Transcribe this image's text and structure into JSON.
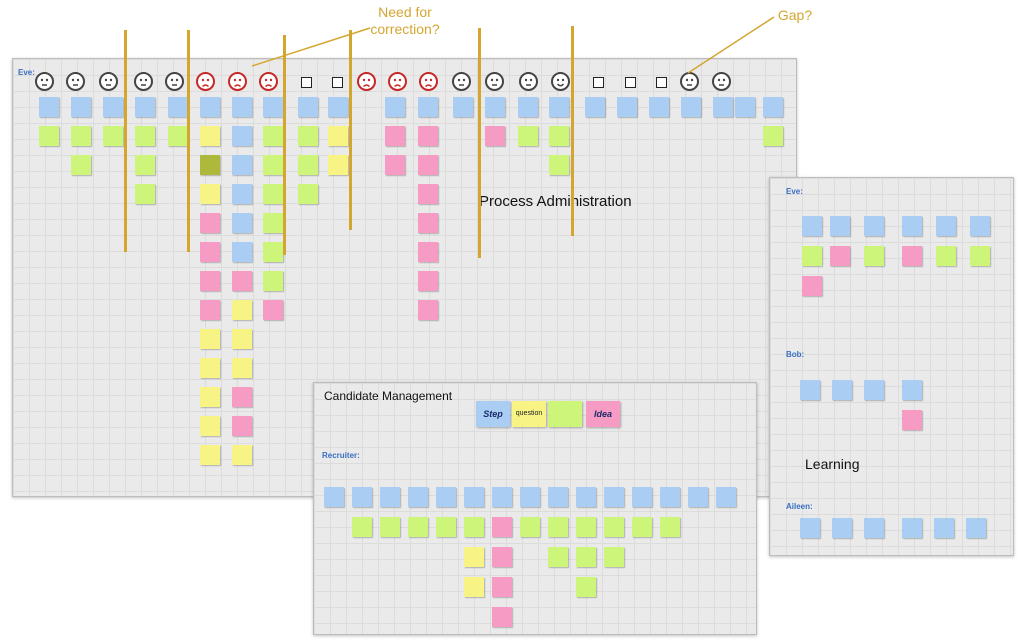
{
  "callouts": {
    "correction_line1": "Need for",
    "correction_line2": "correction?",
    "gap": "Gap?"
  },
  "main_board": {
    "lane_label": "Eve:",
    "title": "Process Administration"
  },
  "candidate_board": {
    "title": "Candidate Management",
    "lane_label": "Recruiter:",
    "legend": [
      {
        "label": "Step",
        "color": "#a9cdf3"
      },
      {
        "label": "question",
        "color": "#f7f384"
      },
      {
        "label": "",
        "color": "#cdf57a"
      },
      {
        "label": "Idea",
        "color": "#f59bc4"
      }
    ]
  },
  "learning_board": {
    "title": "Learning",
    "lanes": [
      "Eve:",
      "Bob:",
      "Aileen:"
    ]
  },
  "colors": {
    "accent": "#d4a630",
    "step": "#a9cdf3",
    "question": "#f7f384",
    "comment": "#cdf57a",
    "idea": "#f59bc4",
    "lane_label": "#3a6fc4",
    "sad_face": "#c62828"
  },
  "faces": [
    "neutral",
    "neutral",
    "neutral",
    "neutral",
    "neutral",
    "sad",
    "sad",
    "sad",
    "box",
    "box",
    "sad",
    "sad",
    "sad",
    "neutral",
    "neutral",
    "neutral",
    "happy",
    "box",
    "box",
    "box",
    "neutral",
    "neutral"
  ]
}
